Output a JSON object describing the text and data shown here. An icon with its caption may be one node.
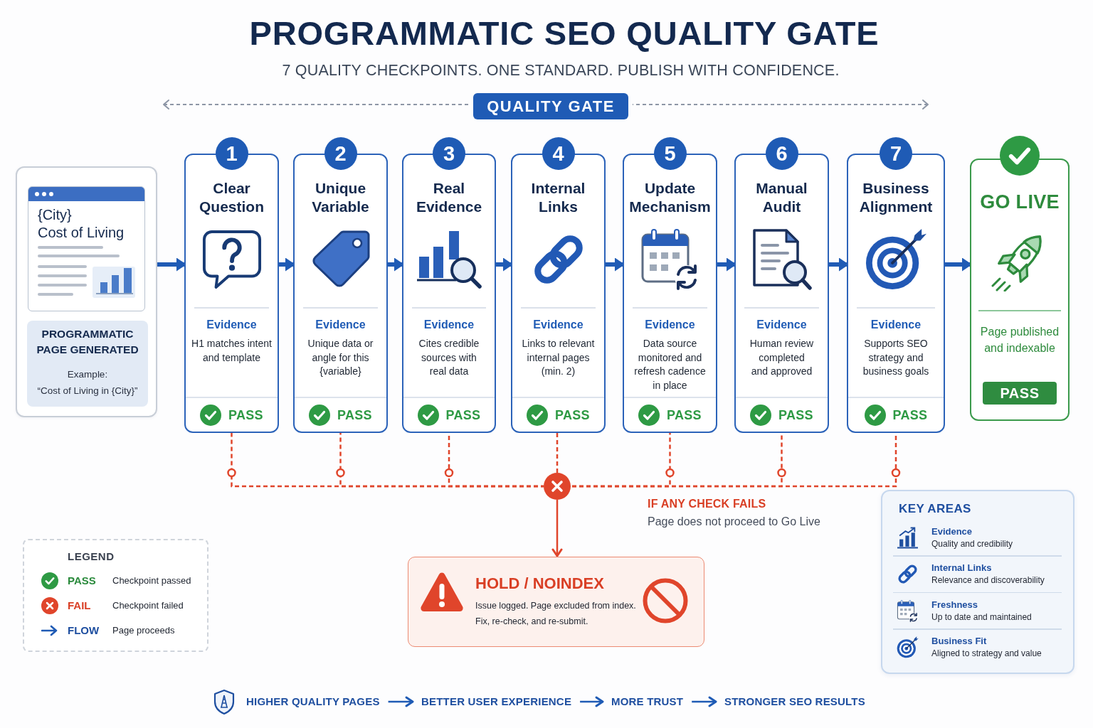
{
  "diagram": {
    "title": "PROGRAMMATIC SEO QUALITY GATE",
    "nodes": [
      {
        "text": [
          "QUALITY GATE"
        ]
      },
      {
        "text": [],
        "shape": "box"
      },
      {
        "text": [
          "{City}",
          "Cost of Living"
        ],
        "in": 1
      },
      {
        "text": [
          "PROGRAMMATIC PAGE GENERATED",
          "Example:",
          "“Cost of Living in {City}”"
        ],
        "in": 1
      },
      {
        "text": [
          "1",
          "Clear Question",
          "Evidence",
          "H1 matches intent and template",
          "PASS"
        ]
      },
      {
        "text": [
          "2",
          "Unique Variable",
          "Evidence",
          "Unique data or angle for this {variable}",
          "PASS"
        ]
      },
      {
        "text": [
          "3",
          "Real Evidence",
          "Evidence",
          "Cites credible sources with real data",
          "PASS"
        ]
      },
      {
        "text": [
          "4",
          "Internal Links",
          "Evidence",
          "Links to relevant internal pages (min. 2)",
          "PASS"
        ]
      },
      {
        "text": [
          "5",
          "Update Mechanism",
          "Evidence",
          "Data source monitored and refresh cadence in place",
          "PASS"
        ]
      },
      {
        "text": [
          "6",
          "Manual Audit",
          "Evidence",
          "Human review completed and approved",
          "PASS"
        ]
      },
      {
        "text": [
          "7",
          "Business Alignment",
          "Evidence",
          "Supports SEO strategy and business goals",
          "PASS"
        ]
      },
      {
        "text": [
          "GO LIVE",
          "Page published and indexable",
          "PASS"
        ]
      },
      {
        "text": [],
        "shape": "circle"
      },
      {
        "text": [
          "HOLD / NOINDEX",
          "Issue logged. Page excluded from index.",
          "Fix, re-check, and re-submit."
        ]
      },
      {
        "text": [
          "KEY AREAS",
          "Evidence",
          "Quality and credibility",
          "Internal Links",
          "Relevance and discoverability",
          "Freshness",
          "Up to date and maintained",
          "Business Fit",
          "Aligned to strategy and value"
        ]
      },
      {
        "text": [
          "HIGHER QUALITY PAGES"
        ]
      },
      {
        "text": [
          "BETTER USER EXPERIENCE"
        ]
      },
      {
        "text": [
          "MORE TRUST"
        ]
      },
      {
        "text": [
          "STRONGER SEO RESULTS"
        ]
      }
    ],
    "edges": [
      {
        "from": 1,
        "to": 4,
        "arrow": "to",
        "style": "thick"
      },
      {
        "from": 4,
        "to": 5,
        "arrow": "to",
        "style": "thick"
      },
      {
        "from": 5,
        "to": 6,
        "arrow": "to",
        "style": "thick"
      },
      {
        "from": 6,
        "to": 7,
        "arrow": "to",
        "style": "thick"
      },
      {
        "from": 7,
        "to": 8,
        "arrow": "to",
        "style": "thick"
      },
      {
        "from": 8,
        "to": 9,
        "arrow": "to",
        "style": "thick"
      },
      {
        "from": 9,
        "to": 10,
        "arrow": "to",
        "style": "thick"
      },
      {
        "from": 10,
        "to": 11,
        "arrow": "to",
        "style": "thick"
      },
      {
        "from": 4,
        "to": 12,
        "arrow": "none",
        "style": "dashed",
        "color": "#e0452b"
      },
      {
        "from": 5,
        "to": 12,
        "arrow": "none",
        "style": "dashed",
        "color": "#e0452b"
      },
      {
        "from": 6,
        "to": 12,
        "arrow": "none",
        "style": "dashed",
        "color": "#e0452b"
      },
      {
        "from": 7,
        "to": 12,
        "arrow": "none",
        "style": "dashed",
        "color": "#e0452b"
      },
      {
        "from": 8,
        "to": 12,
        "arrow": "none",
        "style": "dashed",
        "color": "#e0452b"
      },
      {
        "from": 9,
        "to": 12,
        "arrow": "none",
        "style": "dashed",
        "color": "#e0452b"
      },
      {
        "from": 10,
        "to": 12,
        "arrow": "none",
        "style": "dashed",
        "color": "#e0452b"
      },
      {
        "from": 12,
        "to": 13,
        "arrow": "to",
        "color": "#e0452b"
      },
      {
        "from": 15,
        "to": 16,
        "arrow": "to"
      },
      {
        "from": 16,
        "to": 17,
        "arrow": "to"
      },
      {
        "from": 17,
        "to": 18,
        "arrow": "to"
      }
    ],
    "labels": [
      "7 QUALITY CHECKPOINTS. ONE STANDARD. PUBLISH WITH CONFIDENCE.",
      "IF ANY CHECK FAILS",
      "Page does not proceed to Go Live",
      "LEGEND",
      "Checkpoint passed",
      "Checkpoint failed",
      "Page proceeds"
    ],
    "legend": [
      {
        "text": "PASS"
      },
      {
        "text": "FAIL"
      },
      {
        "text": "FLOW"
      }
    ]
  }
}
